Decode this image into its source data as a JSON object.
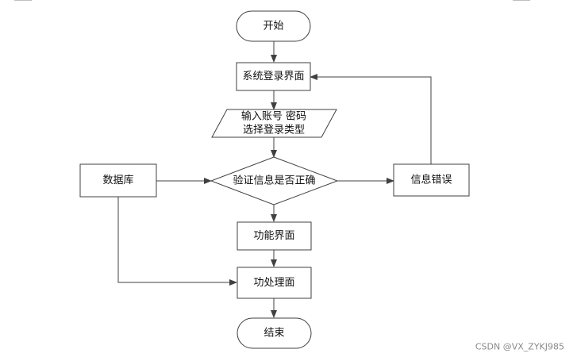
{
  "flowchart": {
    "start": "开始",
    "login_page": "系统登录界面",
    "input_line1": "输入账号 密码",
    "input_line2": "选择登录类型",
    "verify": "验证信息是否正确",
    "database": "数据库",
    "info_error": "信息错误",
    "function_page": "功能界面",
    "process_page": "功处理面",
    "end": "结束"
  },
  "watermark": "CSDN @VX_ZYKJ985"
}
